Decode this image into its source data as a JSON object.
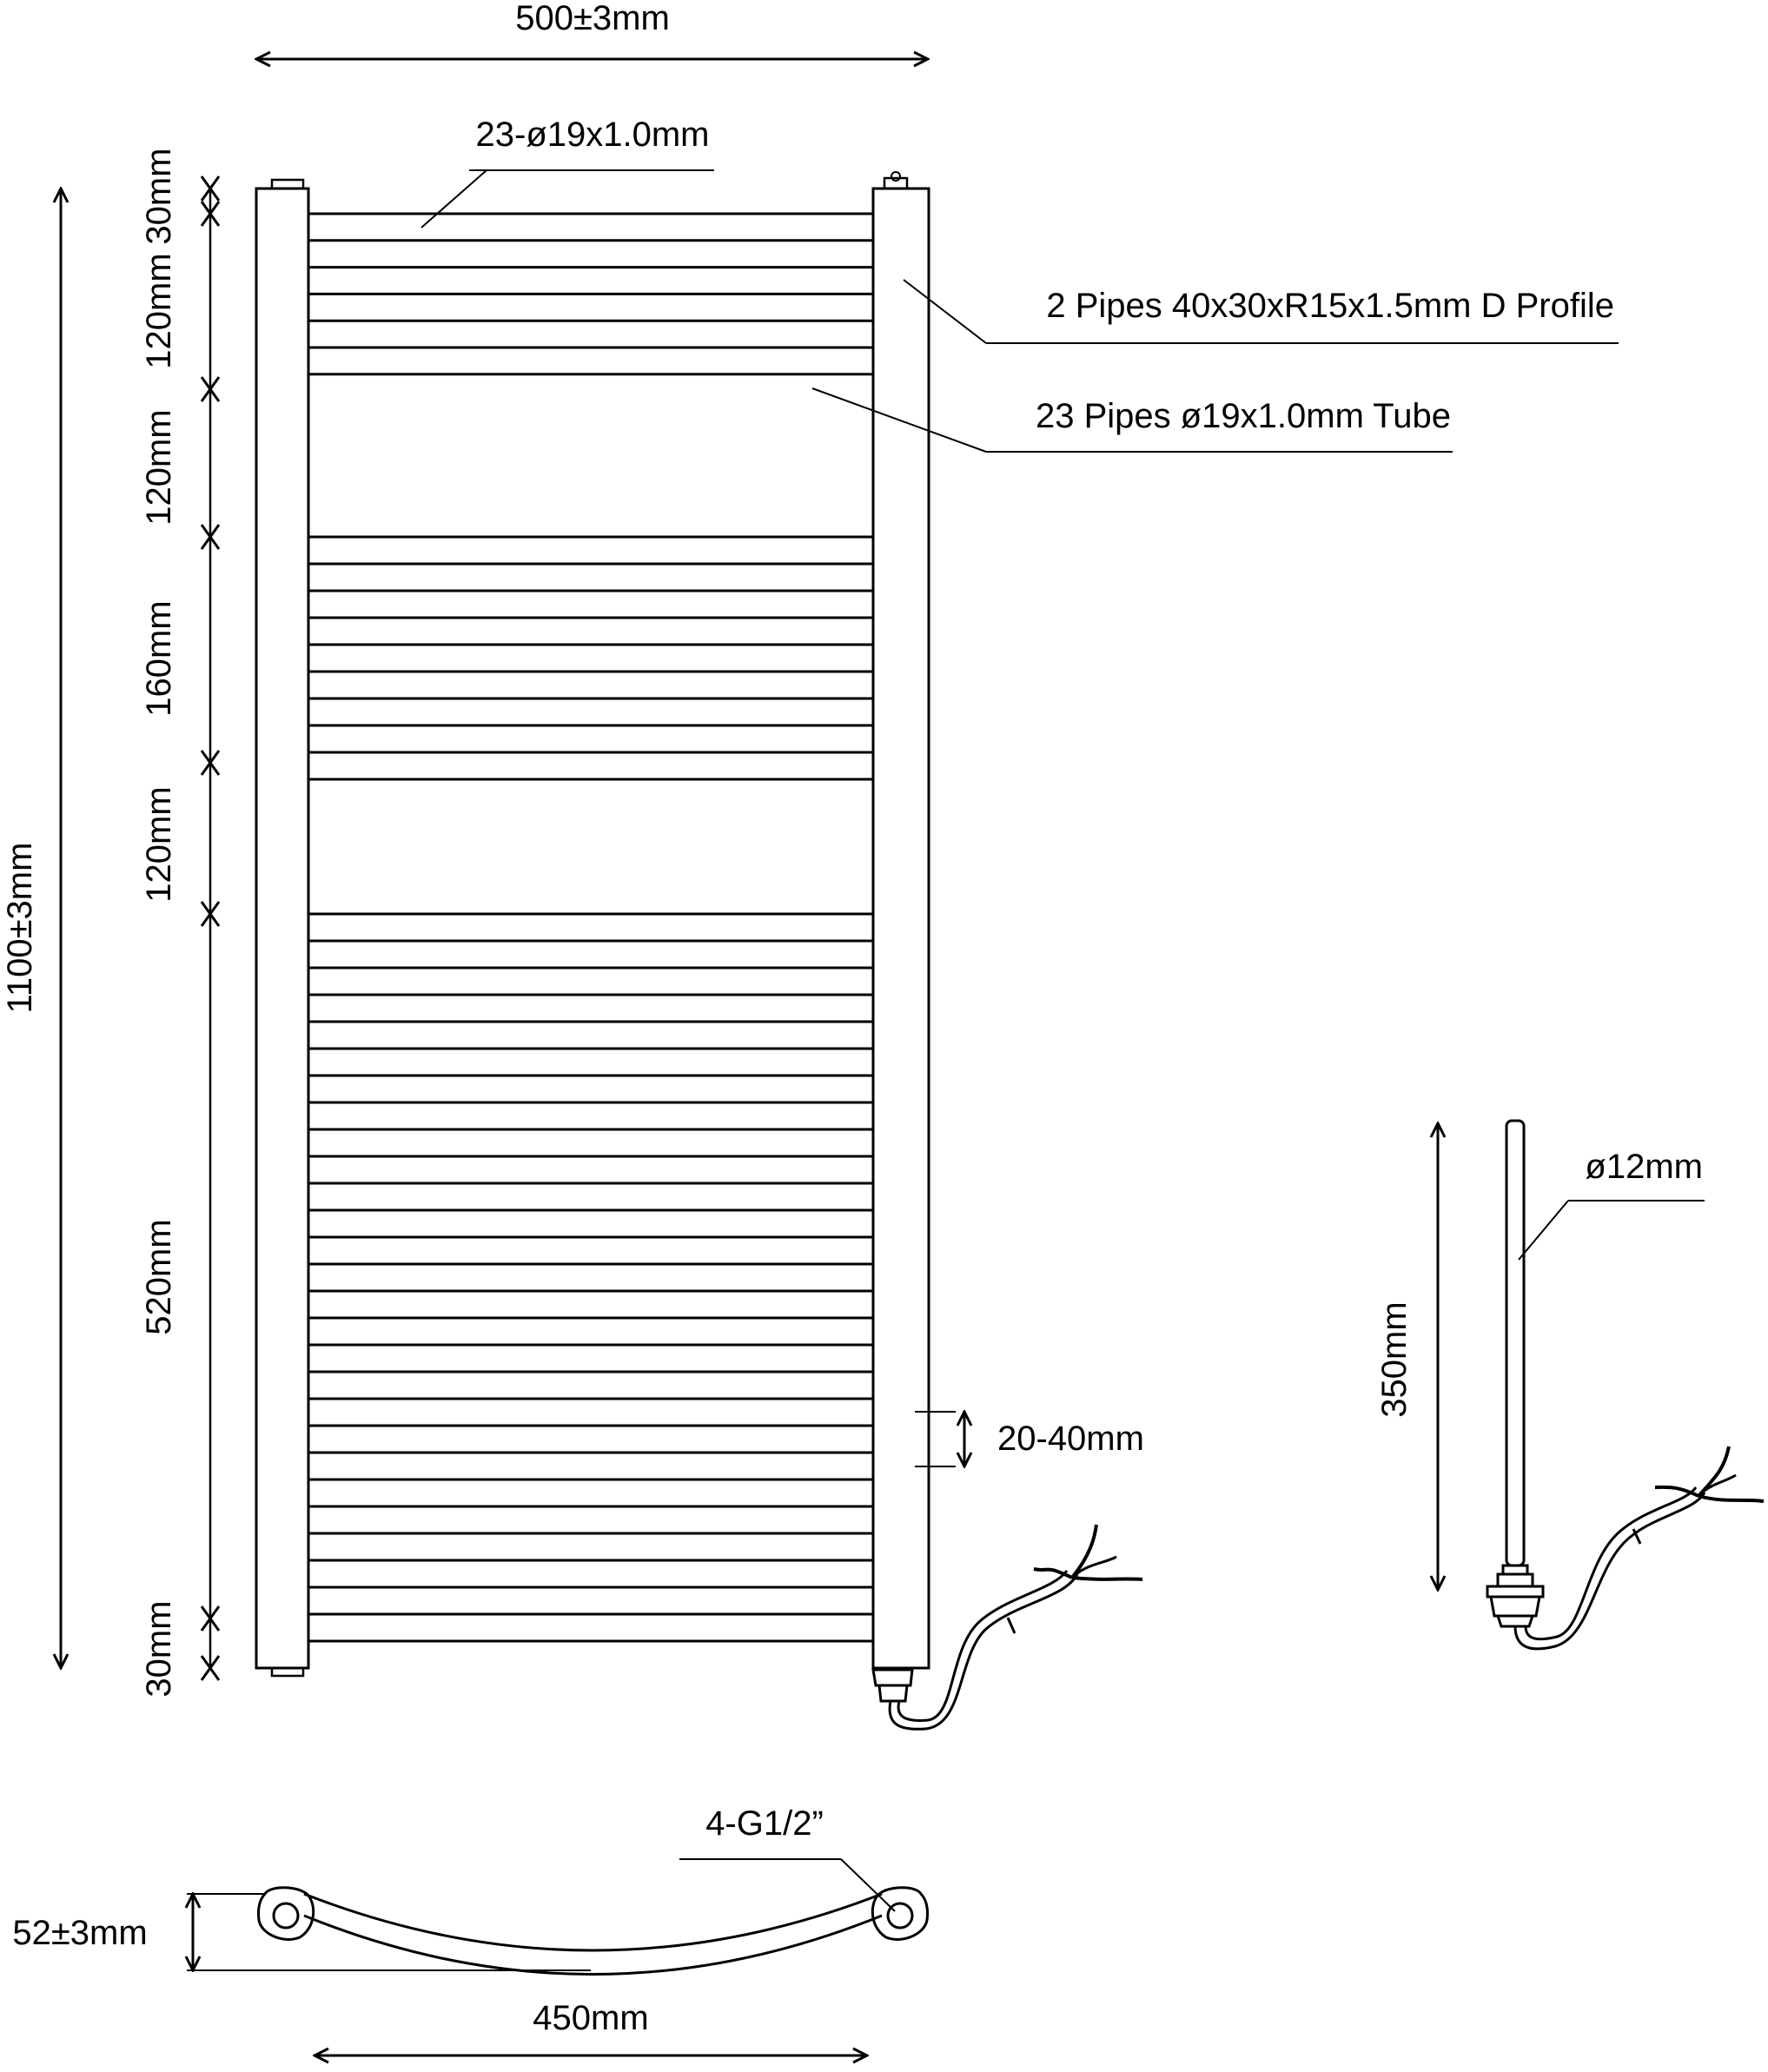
{
  "dimensions": {
    "overall_width": "500±3mm",
    "overall_height": "1100±3mm",
    "top_offset": "30mm",
    "section_1": "120mm",
    "gap_1": "120mm",
    "section_2": "160mm",
    "gap_2": "120mm",
    "section_3": "520mm",
    "bottom_offset": "30mm",
    "element_offset": "20-40mm",
    "element_length": "350mm",
    "depth": "52±3mm",
    "centers": "450mm"
  },
  "callouts": {
    "rail_count": "23-ø19x1.0mm",
    "side_pipes": "2 Pipes 40x30xR15x1.5mm D Profile",
    "rail_pipes": "23 Pipes ø19x1.0mm Tube",
    "element_diameter": "ø12mm",
    "connections": "4-G1/2”"
  },
  "rails": {
    "group_1": 7,
    "group_2": 10,
    "group_3": 28
  }
}
